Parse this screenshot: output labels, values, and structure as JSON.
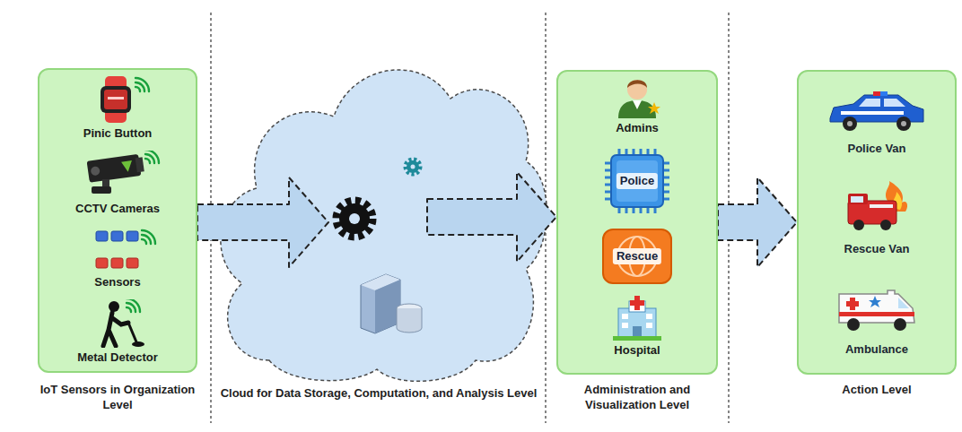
{
  "diagram": {
    "nodes": [
      {
        "text": [
          "IoT Sensors in Organization Level"
        ]
      },
      {
        "text": [
          "Pinic Button"
        ],
        "in": 0
      },
      {
        "text": [
          "CCTV Cameras"
        ],
        "in": 0
      },
      {
        "text": [
          "Sensors"
        ],
        "in": 0
      },
      {
        "text": [
          "Metal Detector"
        ],
        "in": 0
      },
      {
        "text": [
          "Cloud for Data Storage, Computation, and Analysis Level"
        ]
      },
      {
        "text": [
          "Administration and Visualization Level"
        ]
      },
      {
        "text": [
          "Admins"
        ],
        "in": 6
      },
      {
        "text": [
          "Police"
        ],
        "in": 6
      },
      {
        "text": [
          "Rescue"
        ],
        "in": 6
      },
      {
        "text": [
          "Hospital"
        ],
        "in": 6
      },
      {
        "text": [
          "Action Level"
        ]
      },
      {
        "text": [
          "Police Van"
        ],
        "in": 11
      },
      {
        "text": [
          "Rescue Van"
        ],
        "in": 11
      },
      {
        "text": [
          "Ambulance"
        ],
        "in": 11
      }
    ],
    "edges": [
      {
        "from": 0,
        "to": 5,
        "arrow": "to"
      },
      {
        "from": 5,
        "to": 6,
        "arrow": "to"
      },
      {
        "from": 6,
        "to": 11,
        "arrow": "to"
      }
    ]
  }
}
